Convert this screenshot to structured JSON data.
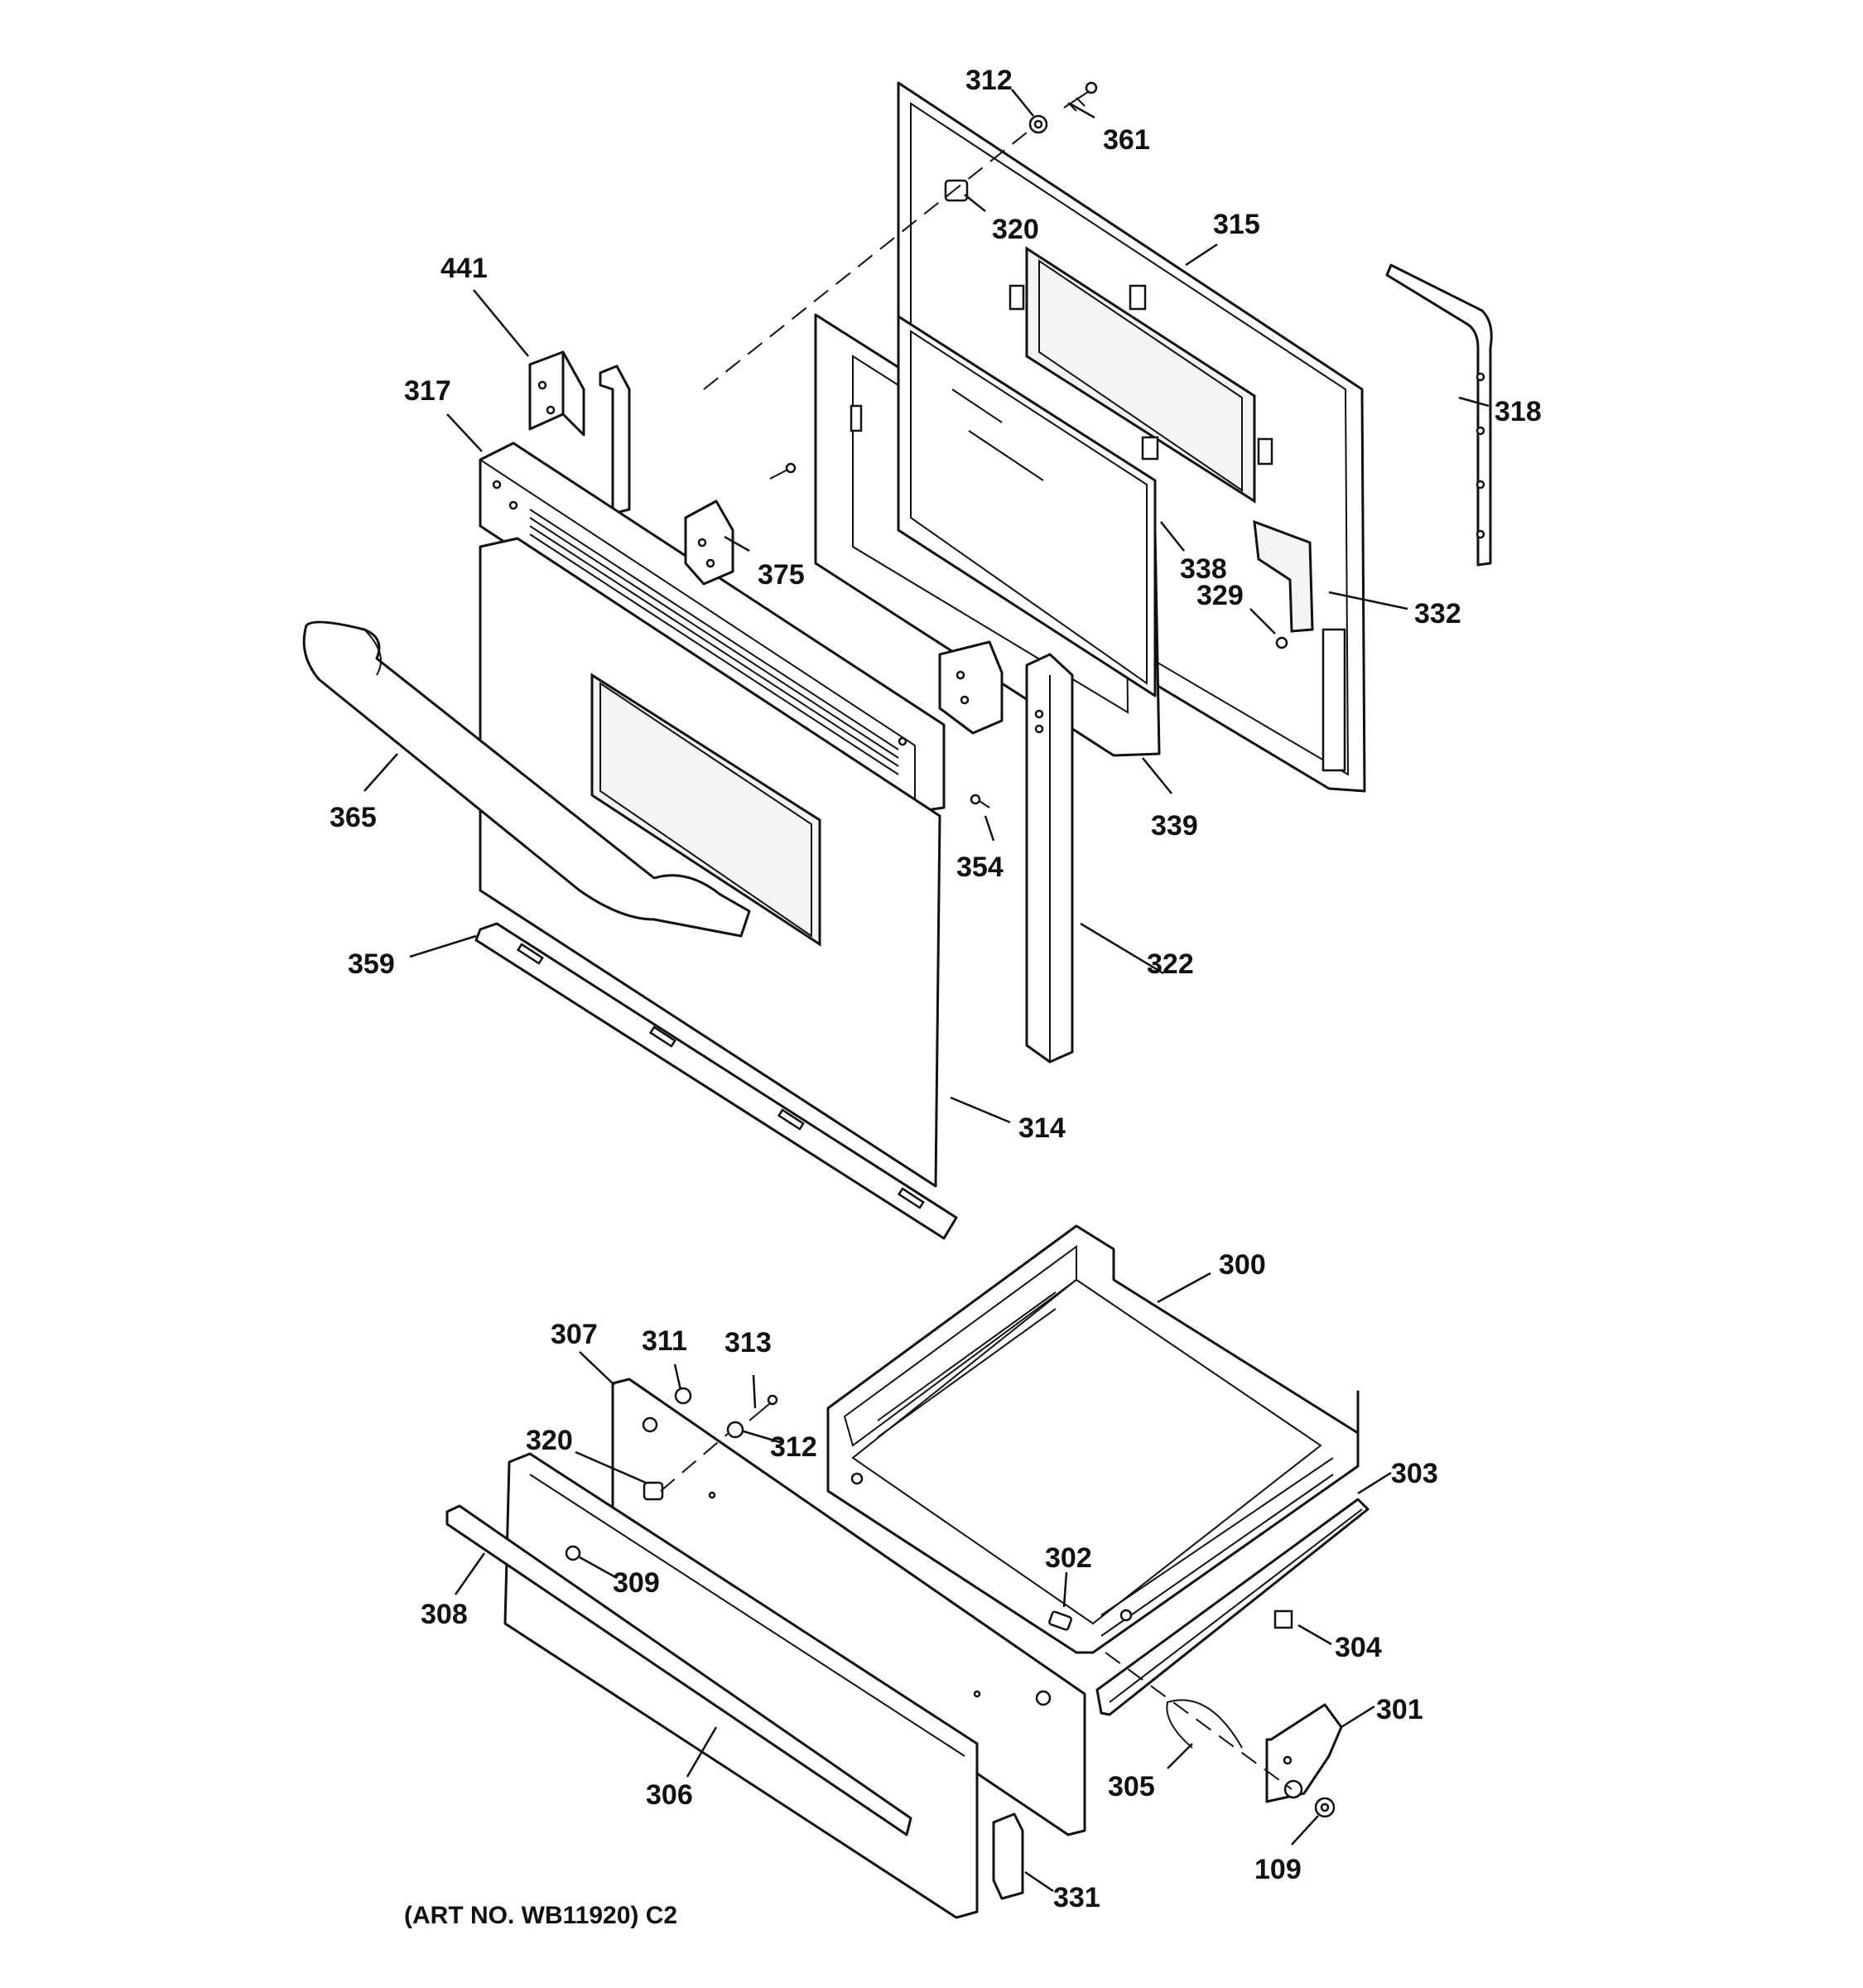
{
  "art_number": "(ART NO. WB11920) C2",
  "callouts": {
    "p312_top": "312",
    "p361": "361",
    "p320_top": "320",
    "p315": "315",
    "p441": "441",
    "p318": "318",
    "p317": "317",
    "p375": "375",
    "p338": "338",
    "p329": "329",
    "p332": "332",
    "p365": "365",
    "p339": "339",
    "p354": "354",
    "p359": "359",
    "p322": "322",
    "p314": "314",
    "p300": "300",
    "p307": "307",
    "p311": "311",
    "p313": "313",
    "p320_bottom": "320",
    "p312_bottom": "312",
    "p303": "303",
    "p302": "302",
    "p309": "309",
    "p308": "308",
    "p304": "304",
    "p301": "301",
    "p305": "305",
    "p306": "306",
    "p109": "109",
    "p331": "331"
  }
}
